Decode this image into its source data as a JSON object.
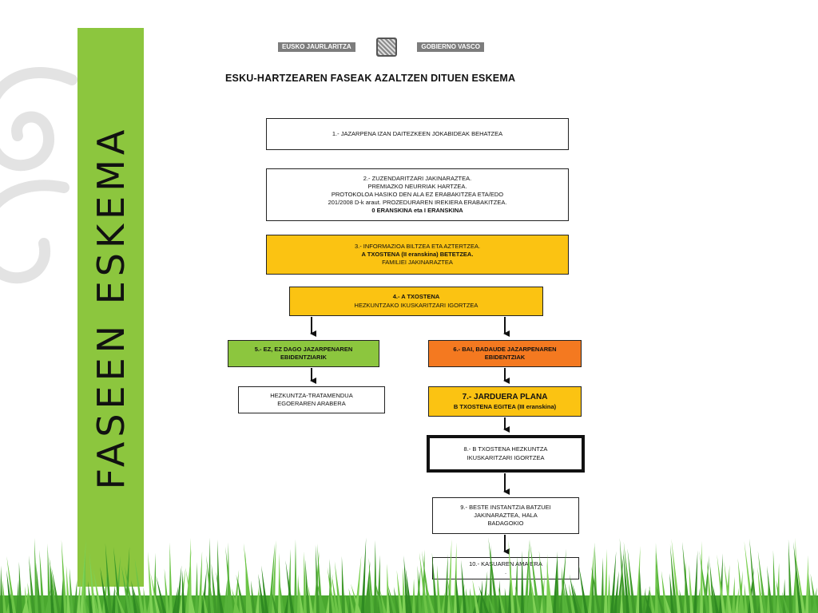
{
  "slide": {
    "sidebar_title": "FASEEN ESKEMA",
    "logo_left": "EUSKO JAURLARITZA",
    "logo_right": "GOBIERNO VASCO",
    "scheme_title": "ESKU-HARTZEAREN FASEAK AZALTZEN DITUEN ESKEMA"
  },
  "boxes": {
    "b1": {
      "lines": [
        "1.- JAZARPENA IZAN DAITEZKEEN JOKABIDEAK BEHATZEA"
      ]
    },
    "b2": {
      "lines": [
        "2.- ZUZENDARITZARI JAKINARAZTEA.",
        "PREMIAZKO NEURRIAK HARTZEA.",
        "PROTOKOLOA HASIKO DEN ALA EZ ERABAKITZEA ETA/EDO",
        "201/2008 D-k araut. PROZEDURAREN IREKIERA ERABAKITZEA.",
        "0 ERANSKINA eta I ERANSKINA"
      ]
    },
    "b3": {
      "lines": [
        "3.- INFORMAZIOA BILTZEA ETA AZTERTZEA.",
        "A TXOSTENA (II eranskina) BETETZEA.",
        "FAMILIEI JAKINARAZTEA"
      ]
    },
    "b4": {
      "lines": [
        "4.- A TXOSTENA",
        "HEZKUNTZAKO IKUSKARITZARI IGORTZEA"
      ]
    },
    "b5": {
      "lines": [
        "5.- EZ, EZ DAGO JAZARPENAREN",
        "EBIDENTZIARIK"
      ]
    },
    "b6": {
      "lines": [
        "6.- BAI, BADAUDE JAZARPENAREN",
        "EBIDENTZIAK"
      ]
    },
    "b5a": {
      "lines": [
        "HEZKUNTZA-TRATAMENDUA",
        "EGOERAREN ARABERA"
      ]
    },
    "b7": {
      "lines": [
        "7.- JARDUERA PLANA",
        "B TXOSTENA EGITEA (III eranskina)"
      ]
    },
    "b8": {
      "lines": [
        "8.- B TXOSTENA HEZKUNTZA",
        "IKUSKARITZARI IGORTZEA"
      ]
    },
    "b9": {
      "lines": [
        "9.- BESTE INSTANTZIA BATZUEI",
        "JAKINARAZTEA, HALA",
        "BADAGOKIO"
      ]
    },
    "b10": {
      "lines": [
        "10.- KASUAREN AMAIERA",
        "."
      ]
    }
  },
  "colors": {
    "green": "#8cc63e",
    "yellow": "#fbc312",
    "orange": "#f47920",
    "sidebar": "#8cc63e"
  },
  "icons": {
    "crest": "coat-of-arms-icon",
    "arrow": "arrow-down-icon",
    "decoration": "swirl-ornament"
  }
}
